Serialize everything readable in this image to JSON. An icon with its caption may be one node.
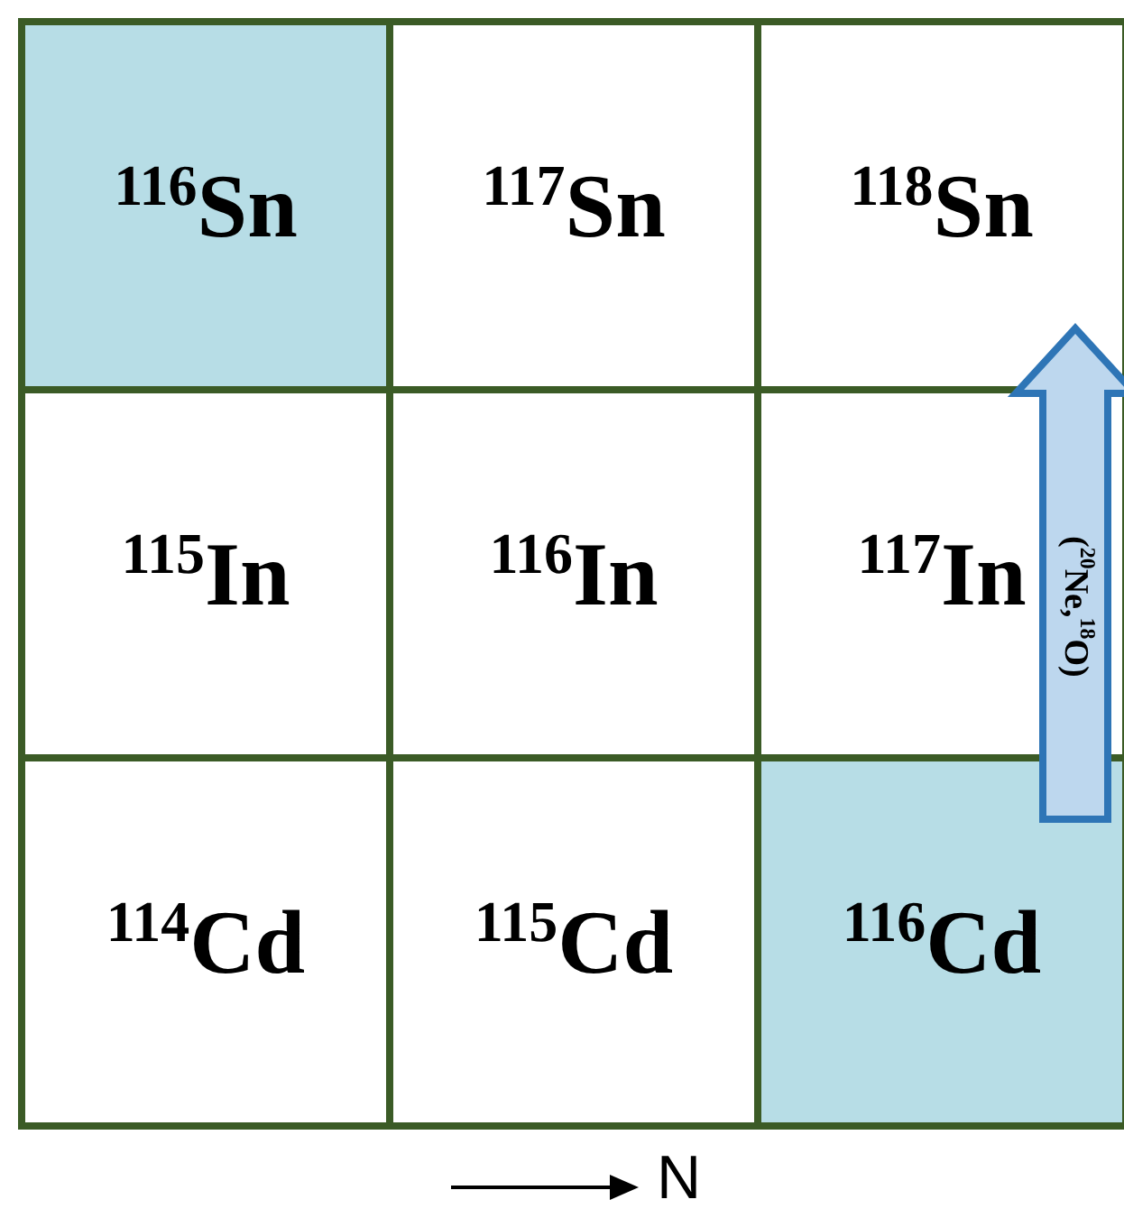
{
  "diagram": {
    "nodes": [
      {
        "text": [
          "$^{116}$Sn"
        ]
      },
      {
        "text": [
          "$^{117}$Sn"
        ]
      },
      {
        "text": [
          "$^{118}$Sn"
        ]
      },
      {
        "text": [
          "$^{115}$In"
        ]
      },
      {
        "text": [
          "$^{116}$In"
        ]
      },
      {
        "text": [
          "$^{117}$In"
        ]
      },
      {
        "text": [
          "$^{114}$Cd"
        ]
      },
      {
        "text": [
          "$^{115}$Cd"
        ]
      },
      {
        "text": [
          "$^{116}$Cd"
        ]
      }
    ],
    "edges": [
      {
        "from": 8,
        "to": 2,
        "arrow": "to",
        "label": "($^{20}$Ne,$^{18}$O)"
      }
    ],
    "labels": [
      "N"
    ]
  }
}
